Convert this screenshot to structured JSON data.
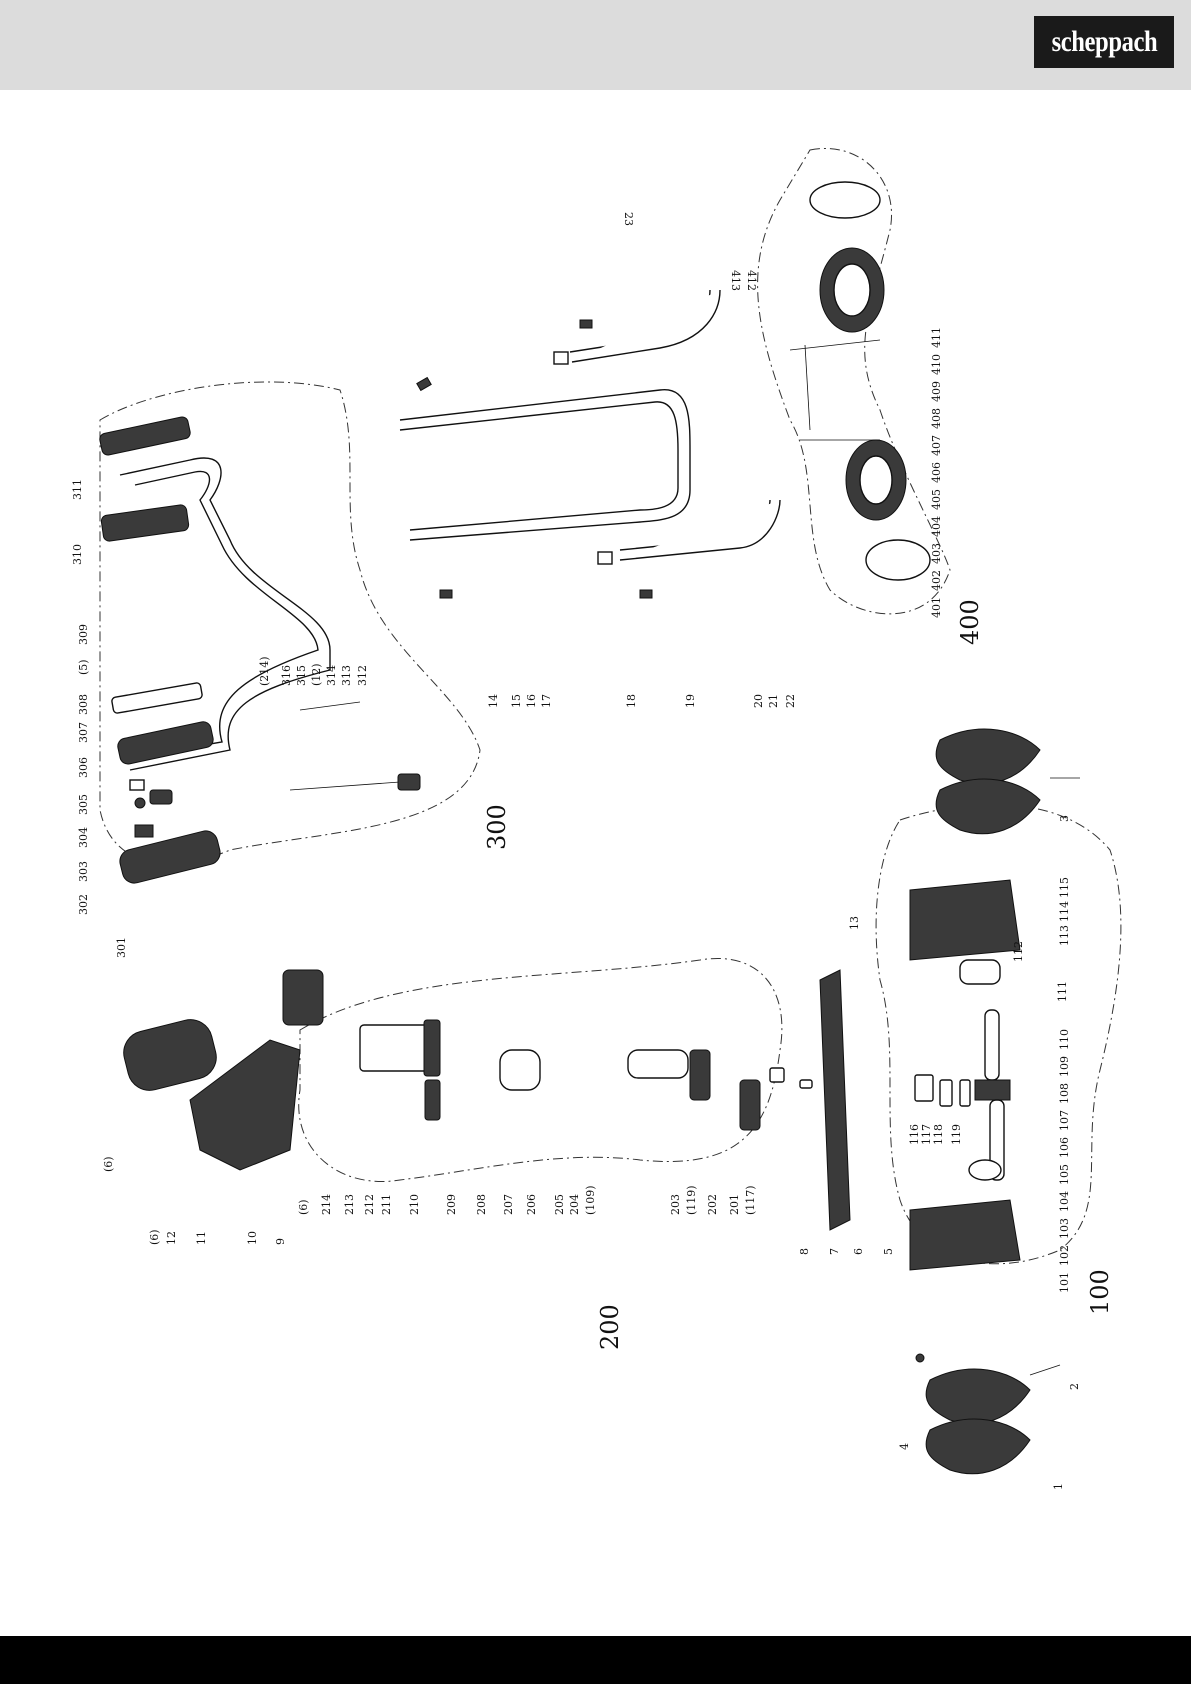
{
  "brand": {
    "logo_text": "scheppach"
  },
  "diagram": {
    "group_labels": [
      "300",
      "400",
      "200",
      "100"
    ],
    "part_labels": {
      "g300": [
        "311",
        "310",
        "309",
        "(5)",
        "308",
        "307",
        "306",
        "305",
        "304",
        "303",
        "302",
        "301",
        "(214)",
        "316",
        "315",
        "(12)",
        "314",
        "313",
        "312"
      ],
      "g400": [
        "413",
        "412",
        "411",
        "410",
        "409",
        "408",
        "407",
        "406",
        "405",
        "404",
        "403",
        "402",
        "401"
      ],
      "frame": [
        "23",
        "14",
        "15",
        "16",
        "17",
        "18",
        "19",
        "20",
        "21",
        "22"
      ],
      "g200": [
        "(6)",
        "214",
        "213",
        "212",
        "211",
        "210",
        "209",
        "208",
        "207",
        "206",
        "205",
        "204",
        "(109)",
        "203",
        "(119)",
        "202",
        "201",
        "(117)"
      ],
      "misc": [
        "(6)",
        "(6)",
        "12",
        "11",
        "10",
        "9",
        "8",
        "7",
        "6",
        "5",
        "13",
        "3",
        "2",
        "4",
        "1"
      ],
      "g100": [
        "116",
        "117",
        "118",
        "119",
        "110",
        "109",
        "108",
        "107",
        "106",
        "105",
        "104",
        "103",
        "102",
        "101",
        "115",
        "114",
        "113",
        "112",
        "111"
      ]
    }
  }
}
